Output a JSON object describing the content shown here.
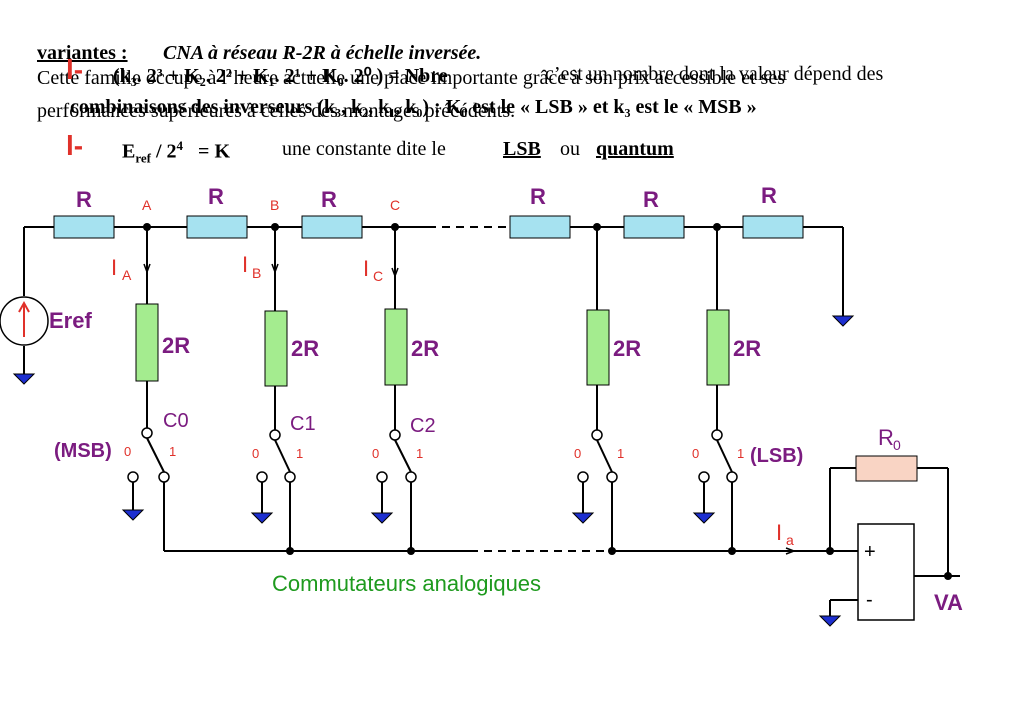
{
  "header": {
    "variantes_label": "variantes :",
    "title": "CNA à réseau R-2R à échelle inversée.",
    "line1": "Cette famille occupe à l’heure actuelle une place importante grâce à son prix accessible et ses",
    "line2": "performances supérieures à celles des montages précédents."
  },
  "bullets": {
    "symbol": "l-",
    "b1_formula": "(k₃. 2³ + K₂. 2² + K₁. 2¹ + K₀. 2⁰ ) = Nbre",
    "b1_text": "c’est un nombre dont la valeur dépend des",
    "b1_line2": "combinaisons des inverseurs  (k₃, k₂, k₁, k₀) :   K₀  est le  « LSB » et  k₃ est le «  MSB »",
    "b2_e": "E",
    "b2_ref": "ref",
    "b2_div": "/ 2",
    "b2_exp": "4",
    "b2_eq": "= K",
    "b2_text": "une constante  dite le",
    "b2_lsb": "LSB",
    "b2_ou": "ou",
    "b2_quantum": "quantum"
  },
  "circuit": {
    "resistor_R": "R",
    "resistor_2R": "2R",
    "node_A": "A",
    "node_B": "B",
    "node_C": "C",
    "current_A": "I",
    "current_A_sub": "A",
    "current_B": "I",
    "current_B_sub": "B",
    "current_C": "I",
    "current_C_sub": "C",
    "current_a": "I",
    "current_a_sub": "a",
    "source_label": "Eref",
    "switch_C0": "C0",
    "switch_C1": "C1",
    "switch_C2": "C2",
    "msb_label": "(MSB)",
    "lsb_label": "(LSB)",
    "pos_0": "0",
    "pos_1": "1",
    "feedback_R": "R",
    "feedback_R_sub": "0",
    "opamp_plus": "+",
    "opamp_minus": "-",
    "output_label": "VA",
    "switches_caption": "Commutateurs analogiques",
    "colors": {
      "resistor_R": "#a6e2f0",
      "resistor_2R": "#a4ec8f",
      "resistor_R0": "#f9d4c4",
      "purple": "#7b1c80",
      "red": "#e0312a",
      "green": "#1e9a1e",
      "ground": "#1d2fd0"
    }
  }
}
